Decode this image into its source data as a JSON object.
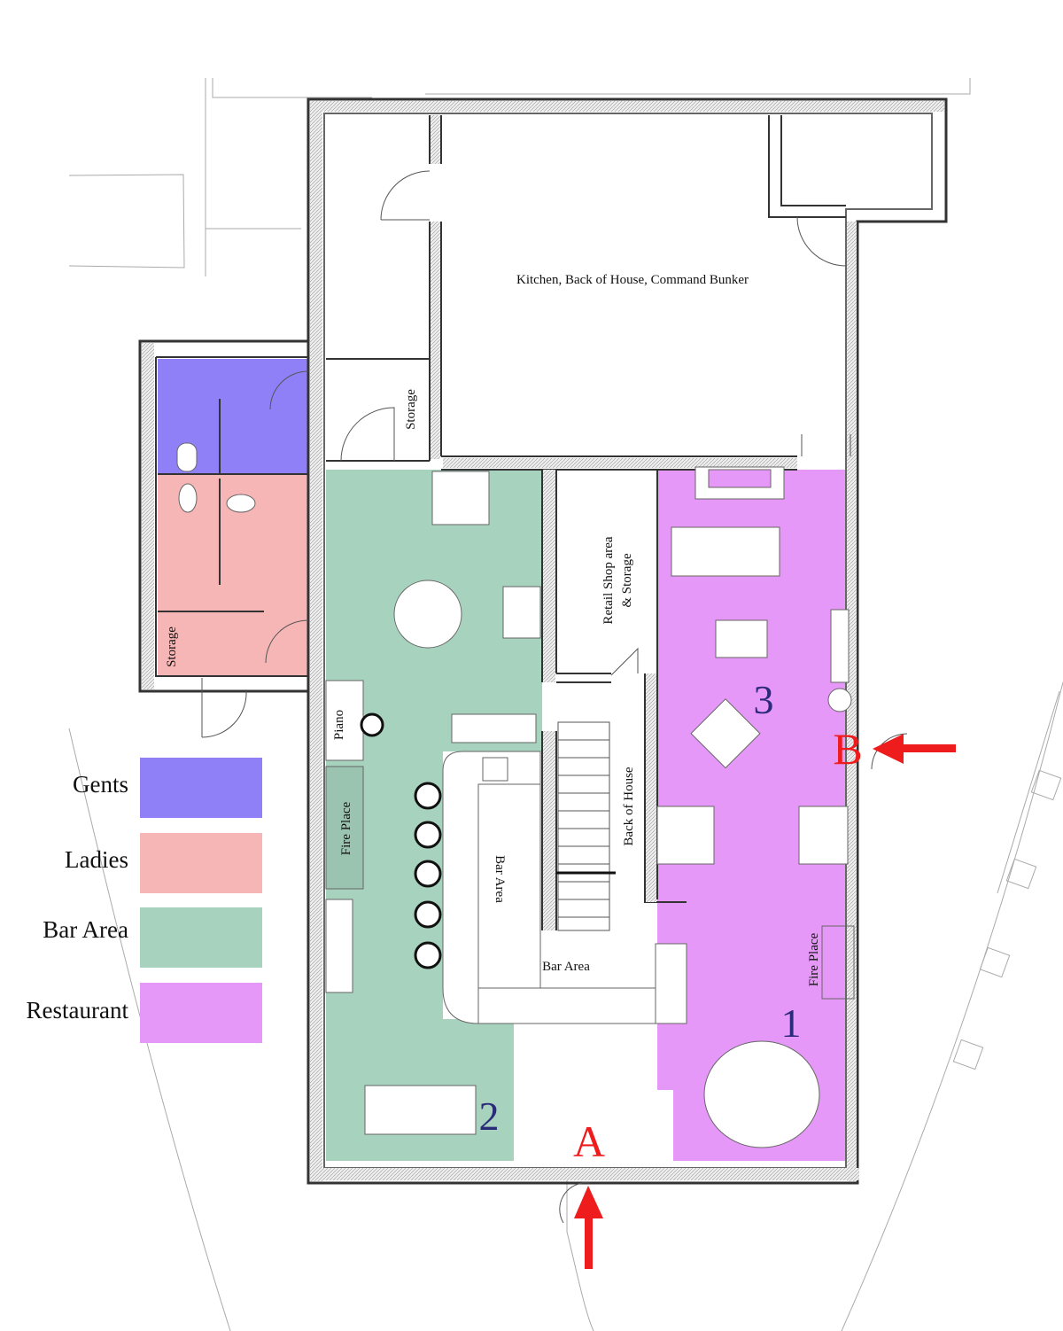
{
  "rooms": {
    "kitchen": "Kitchen, Back of House, Command Bunker",
    "storage_upper": "Storage",
    "retail_line1": "Retail Shop area",
    "retail_line2": "& Storage",
    "storage_toilets": "Storage",
    "piano": "Piano",
    "fireplace_bar": "Fire Place",
    "bar_area_counter": "Bar Area",
    "back_of_house": "Back of House",
    "bar_area_floor": "Bar Area",
    "fireplace_restaurant": "Fire Place"
  },
  "markers": {
    "table_1": "1",
    "table_2": "2",
    "table_3": "3",
    "entrance_a": "A",
    "entrance_b": "B"
  },
  "legend": [
    {
      "label": "Gents",
      "color": "#8f80f7"
    },
    {
      "label": "Ladies",
      "color": "#f6b6b6"
    },
    {
      "label": "Bar Area",
      "color": "#a7d3be"
    },
    {
      "label": "Restaurant",
      "color": "#e698f8"
    }
  ],
  "colors": {
    "arrow": "#ee1c1c",
    "number": "#2c2a7a",
    "wall": "#333333"
  }
}
